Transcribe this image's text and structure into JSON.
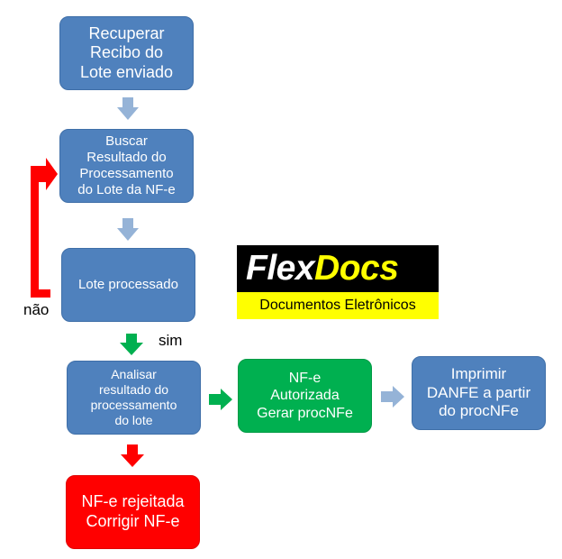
{
  "boxes": {
    "recuperar": "Recuperar\nRecibo do\nLote  enviado",
    "buscar": "Buscar\nResultado do\nProcessamento\ndo Lote da NF-e",
    "lote_processado": "Lote processado",
    "analisar": "Analisar\nresultado do\nprocessamento\ndo lote",
    "autorizada": "NF-e\nAutorizada\nGerar procNFe",
    "imprimir": "Imprimir\nDANFE a partir\ndo procNFe",
    "rejeitada": "NF-e rejeitada\nCorrigir  NF-e"
  },
  "labels": {
    "nao": "não",
    "sim": "sim"
  },
  "logo": {
    "flex": "Flex",
    "docs": "Docs",
    "tagline": "Documentos Eletrônicos"
  },
  "colors": {
    "box_blue": "#4f81bd",
    "box_green": "#00b050",
    "box_red": "#ff0000",
    "arrow_light_blue": "#95b3d7",
    "arrow_green": "#00b050",
    "arrow_red": "#ff0000",
    "logo_black": "#000000",
    "logo_yellow": "#ffff00"
  }
}
